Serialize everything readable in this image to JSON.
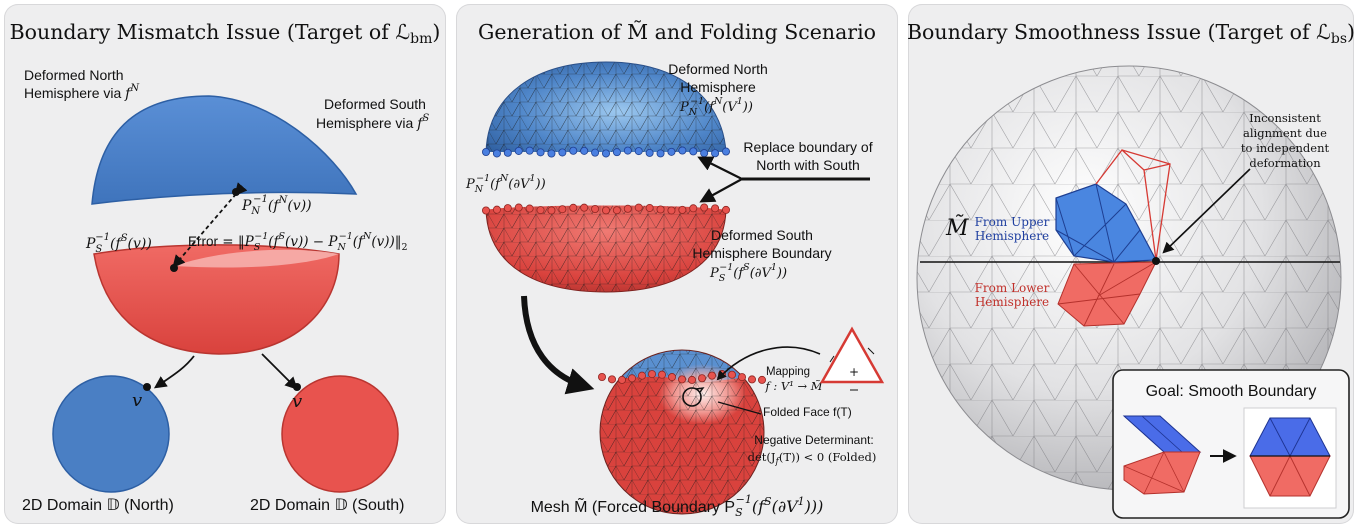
{
  "panels": {
    "left": {
      "title": "Boundary Mismatch Issue (Target of ℒ",
      "title_sub": "bm",
      "north_label_l1": "Deformed North",
      "north_label_l2": "Hemisphere via ",
      "north_fn": "f",
      "north_sup": "N",
      "south_label_l1": "Deformed South",
      "south_label_l2": "Hemisphere via ",
      "south_fn": "f",
      "south_sup": "S",
      "pn_label": "P",
      "pn_sub": "N",
      "pn_sup": "−1",
      "pn_rest": "(f",
      "pn_rest_sup": "N",
      "pn_tail": "(v))",
      "ps_label": "P",
      "ps_sub": "S",
      "ps_sup": "−1",
      "ps_rest": "(f",
      "ps_rest_sup": "S",
      "ps_tail": "(v))",
      "error_word": "Error",
      "error_formula": " = ‖P",
      "error_p1_sub": "S",
      "error_p1_sup": "−1",
      "error_mid1": "(f",
      "error_mid1_sup": "S",
      "error_mid2": "(v)) − P",
      "error_p2_sub": "N",
      "error_p2_sup": "−1",
      "error_mid3": "(f",
      "error_mid3_sup": "N",
      "error_end": "(v))‖",
      "error_norm_sub": "2",
      "vertex_v": "v",
      "domain_north": "2D Domain 𝔻 (North)",
      "domain_south": "2D Domain 𝔻 (South)"
    },
    "mid": {
      "title": "Generation of M̃ and Folding Scenario",
      "north_label_l1": "Deformed North",
      "north_label_l2": "Hemisphere",
      "north_formula": "P",
      "north_formula_sub": "N",
      "north_formula_sup": "−1",
      "north_formula_rest": "(f",
      "north_formula_rest_sup": "N",
      "north_formula_tail": "(V",
      "north_formula_tail_sup": "1",
      "north_formula_end": "))",
      "boundary_formula": "P",
      "boundary_formula_sub": "N",
      "boundary_formula_sup": "−1",
      "boundary_formula_rest": "(f",
      "boundary_formula_rest_sup": "N",
      "boundary_formula_tail": "(∂V",
      "boundary_formula_tail_sup": "1",
      "boundary_formula_end": "))",
      "replace_l1": "Replace boundary of",
      "replace_l2": "North with South",
      "south_label_l1": "Deformed South",
      "south_label_l2": "Hemisphere Boundary",
      "south_formula": "P",
      "south_formula_sub": "S",
      "south_formula_sup": "−1",
      "south_formula_rest": "(f",
      "south_formula_rest_sup": "S",
      "south_formula_tail": "(∂V",
      "south_formula_tail_sup": "1",
      "south_formula_end": "))",
      "mapping_word": "Mapping",
      "mapping_formula": "f : V¹ → M̃",
      "folded_label": "Folded Face f(T)",
      "neg_det_l1": "Negative Determinant:",
      "neg_det_l2": "det(J",
      "neg_det_l2_sub": "f",
      "neg_det_l2_end": "(T)) < 0 (Folded)",
      "triangle_plus": "+",
      "bottom_caption": "Mesh M̃ (Forced Boundary P",
      "bottom_caption_sub": "S",
      "bottom_caption_sup": "−1",
      "bottom_caption_rest": "(f",
      "bottom_caption_rest_sup": "S",
      "bottom_caption_tail": "(∂V",
      "bottom_caption_tail_sup": "1",
      "bottom_caption_end": ")))"
    },
    "right": {
      "title": "Boundary Smoothness Issue (Target of ℒ",
      "title_sub": "bs",
      "incons_l1": "Inconsistent",
      "incons_l2": "alignment due",
      "incons_l3": "to independent",
      "incons_l4": "deformation",
      "mesh_symbol": "M̃",
      "upper_l1": "From Upper",
      "upper_l2": "Hemisphere",
      "lower_l1": "From Lower",
      "lower_l2": "Hemisphere",
      "goal_title": "Goal: Smooth Boundary"
    }
  },
  "colors": {
    "blue": "#4a7fc4",
    "blue_dark": "#1f4f9a",
    "red": "#e8534e",
    "red_dark": "#b22b26",
    "panel_bg": "#eeeeef",
    "upper_text": "#1f3fa0",
    "lower_text": "#c0302a"
  }
}
